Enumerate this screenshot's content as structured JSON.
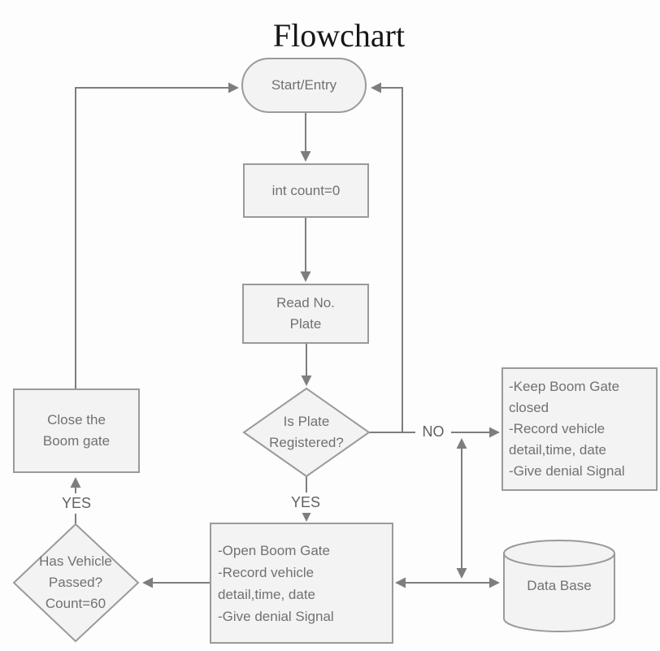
{
  "title": "Flowchart",
  "colors": {
    "background": "#fdfdfd",
    "shape_fill": "#f3f3f3",
    "shape_border": "#9a9a9a",
    "connector": "#7e7e7e",
    "shape_text": "#717171",
    "title_text": "#161616"
  },
  "nodes": {
    "start": {
      "type": "terminator",
      "label": "Start/Entry"
    },
    "init": {
      "type": "process",
      "label": "int count=0"
    },
    "read": {
      "type": "process",
      "label": "Read No.\nPlate"
    },
    "plate_decision": {
      "type": "decision",
      "label": "Is Plate\nRegistered?"
    },
    "deny": {
      "type": "process",
      "label": "-Keep Boom Gate\nclosed\n-Record vehicle\ndetail,time, date\n-Give denial Signal"
    },
    "open": {
      "type": "process",
      "label": "-Open Boom Gate\n-Record vehicle\ndetail,time, date\n-Give denial Signal"
    },
    "database": {
      "type": "datastore",
      "label": "Data Base"
    },
    "passed_decision": {
      "type": "decision",
      "label": "Has Vehicle\nPassed?\nCount=60"
    },
    "close": {
      "type": "process",
      "label": "Close the\nBoom gate"
    }
  },
  "labels": {
    "no": "NO",
    "yes_plate": "YES",
    "yes_passed": "YES"
  },
  "edges": [
    {
      "from": "start",
      "to": "init"
    },
    {
      "from": "init",
      "to": "read"
    },
    {
      "from": "read",
      "to": "plate_decision"
    },
    {
      "from": "plate_decision",
      "to": "deny",
      "label": "NO"
    },
    {
      "from": "plate_decision",
      "to": "open",
      "label": "YES"
    },
    {
      "from": "deny_branch",
      "to": "start"
    },
    {
      "from": "open",
      "to": "database",
      "bidirectional": true
    },
    {
      "from": "database_link",
      "to": "no_branch",
      "bidirectional": true
    },
    {
      "from": "open",
      "to": "passed_decision"
    },
    {
      "from": "passed_decision",
      "to": "close",
      "label": "YES"
    },
    {
      "from": "close",
      "to": "start"
    }
  ]
}
